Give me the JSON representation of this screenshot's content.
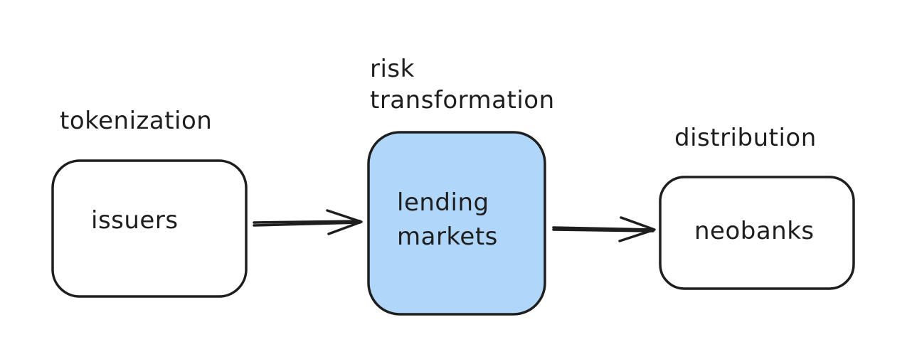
{
  "stages": {
    "tokenization": "tokenization",
    "risk_line1": "risk",
    "risk_line2": "transformation",
    "distribution": "distribution"
  },
  "nodes": {
    "issuers": "issuers",
    "lending_line1": "lending",
    "lending_line2": "markets",
    "neobanks": "neobanks"
  },
  "colors": {
    "stroke": "#1e1e1e",
    "highlight_fill": "#b0d6fa",
    "background": "#ffffff"
  }
}
